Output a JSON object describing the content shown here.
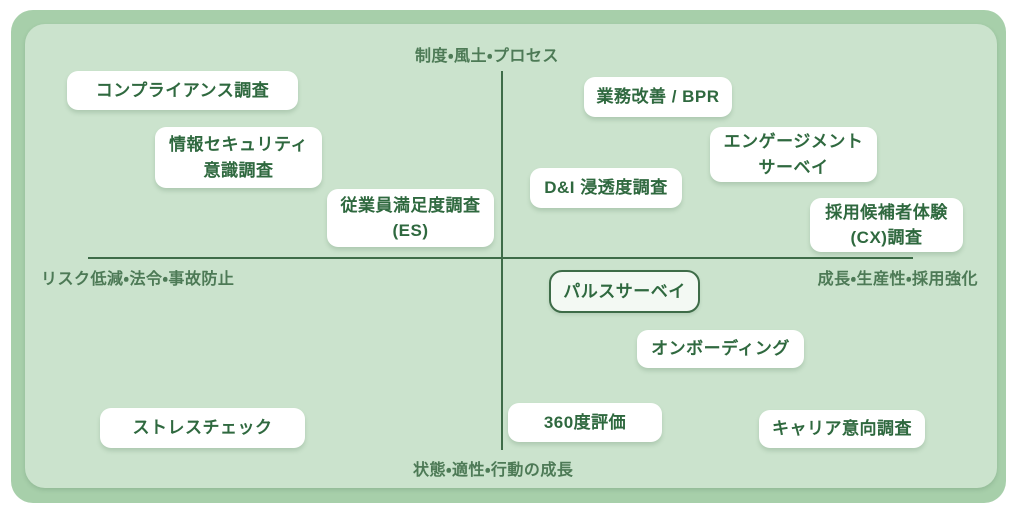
{
  "diagram": {
    "axis_labels": {
      "top": "制度・風土・プロセス",
      "left": "リスク低減・法令・事故防止",
      "right": "成長・生産性・採用強化",
      "bottom": "状態・適性・行動の成長"
    },
    "items": [
      {
        "id": "compliance-survey",
        "label": "コンプライアンス調査",
        "highlighted": false
      },
      {
        "id": "infosec-awareness-survey",
        "label": "情報セキュリティ\n意識調査",
        "highlighted": false
      },
      {
        "id": "employee-satisfaction-survey",
        "label": "従業員満足度調査\n(ES)",
        "highlighted": false
      },
      {
        "id": "business-improvement-bpr",
        "label": "業務改善 / BPR",
        "highlighted": false
      },
      {
        "id": "engagement-survey",
        "label": "エンゲージメント\nサーベイ",
        "highlighted": false
      },
      {
        "id": "di-penetration-survey",
        "label": "D&I 浸透度調査",
        "highlighted": false
      },
      {
        "id": "candidate-experience-survey",
        "label": "採用候補者体験\n(CX)調査",
        "highlighted": false
      },
      {
        "id": "pulse-survey",
        "label": "パルスサーベイ",
        "highlighted": true
      },
      {
        "id": "onboarding",
        "label": "オンボーディング",
        "highlighted": false
      },
      {
        "id": "360-evaluation",
        "label": "360度評価",
        "highlighted": false
      },
      {
        "id": "career-intention-survey",
        "label": "キャリア意向調査",
        "highlighted": false
      },
      {
        "id": "stress-check",
        "label": "ストレスチェック",
        "highlighted": false
      }
    ]
  },
  "colors": {
    "outer_bg": "#a7cfaa",
    "inner_bg": "#cbe3cd",
    "line": "#3e6c48",
    "axis_text": "#4d7a56",
    "box_text": "#2f693f",
    "box_bg": "#ffffff",
    "pulse_bg": "#f3f9f3"
  }
}
